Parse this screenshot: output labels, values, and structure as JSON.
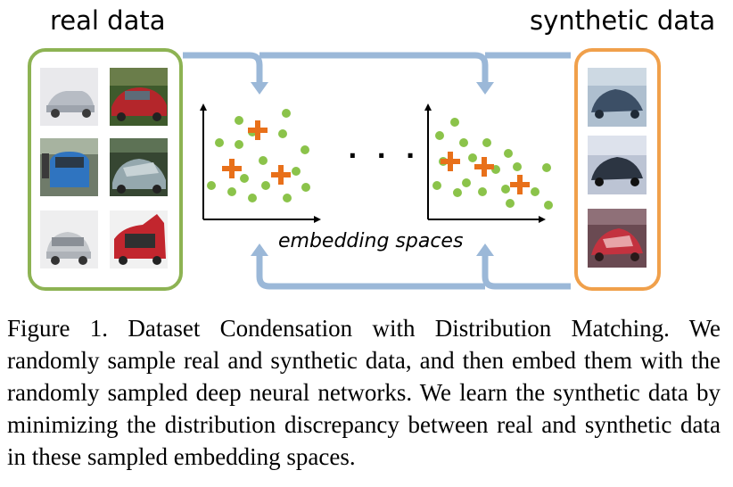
{
  "labels": {
    "real": "real data",
    "synthetic": "synthetic data",
    "embedding": "embedding spaces",
    "ellipsis": "· · ·"
  },
  "colors": {
    "real_box": "#8db353",
    "synthetic_box": "#f0a04b",
    "arrow": "#9bb8d8",
    "green_point": "#8bc34a",
    "orange_cross": "#e8701a"
  },
  "real_images": [
    "silver sedan",
    "red sedan",
    "blue car",
    "silver convertible",
    "silver hatchback",
    "red hatchback"
  ],
  "synthetic_images": [
    "synthetic car 1",
    "synthetic car 2",
    "synthetic car 3"
  ],
  "caption": {
    "figure_label": "Figure 1.",
    "title": "Dataset Condensation with Distribution Matching.",
    "body": "We randomly sample real and synthetic data, and then embed them with the randomly sampled deep neural networks. We learn the synthetic data by minimizing the distribution discrepancy between real and synthetic data in these sampled embedding spaces."
  }
}
